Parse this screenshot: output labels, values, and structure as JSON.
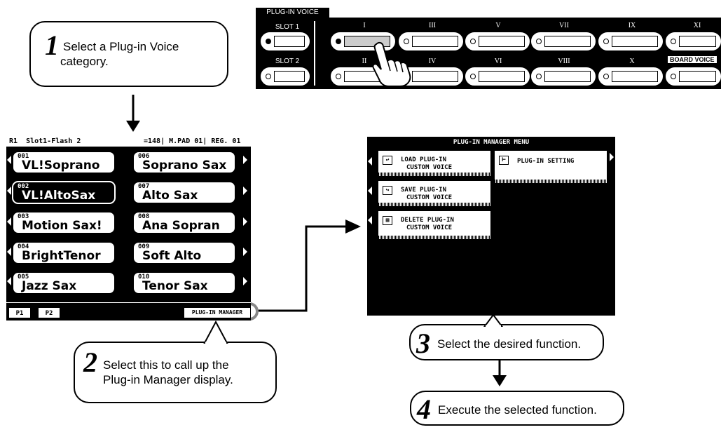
{
  "steps": [
    {
      "num": "1",
      "line1": "Select a Plug-in Voice",
      "line2": "category."
    },
    {
      "num": "2",
      "line1": "Select this to call up the",
      "line2": "Plug-in Manager display."
    },
    {
      "num": "3",
      "line1": "Select the desired function."
    },
    {
      "num": "4",
      "line1": "Execute the selected function."
    }
  ],
  "panel": {
    "tab_label": "PLUG-IN VOICE",
    "slot1": "SLOT 1",
    "slot2": "SLOT 2",
    "top_labels": [
      "I",
      "III",
      "V",
      "VII",
      "IX",
      "XI"
    ],
    "bottom_labels": [
      "II",
      "IV",
      "VI",
      "VIII",
      "X"
    ],
    "board_voice": "BOARD VOICE"
  },
  "screen1": {
    "header_left": "R1  Slot1-Flash 2",
    "header_right": "=148| M.PAD 01| REG. 01",
    "voices_left": [
      {
        "num": "001",
        "name": "VL!Soprano"
      },
      {
        "num": "002",
        "name": "VL!AltoSax"
      },
      {
        "num": "003",
        "name": "Motion Sax!"
      },
      {
        "num": "004",
        "name": "BrightTenor"
      },
      {
        "num": "005",
        "name": "Jazz Sax"
      }
    ],
    "voices_right": [
      {
        "num": "006",
        "name": "Soprano Sax"
      },
      {
        "num": "007",
        "name": "Alto Sax"
      },
      {
        "num": "008",
        "name": "Ana Sopran"
      },
      {
        "num": "009",
        "name": "Soft Alto"
      },
      {
        "num": "010",
        "name": "Tenor Sax"
      }
    ],
    "tab_p1": "P1",
    "tab_p2": "P2",
    "manager_button": "PLUG-IN MANAGER"
  },
  "screen2": {
    "title": "PLUG-IN MANAGER MENU",
    "items": [
      {
        "line1": "LOAD PLUG-IN",
        "line2": "CUSTOM VOICE"
      },
      {
        "line1": "SAVE PLUG-IN",
        "line2": "CUSTOM VOICE"
      },
      {
        "line1": "DELETE PLUG-IN",
        "line2": "CUSTOM VOICE"
      }
    ],
    "setting": "PLUG-IN SETTING"
  }
}
